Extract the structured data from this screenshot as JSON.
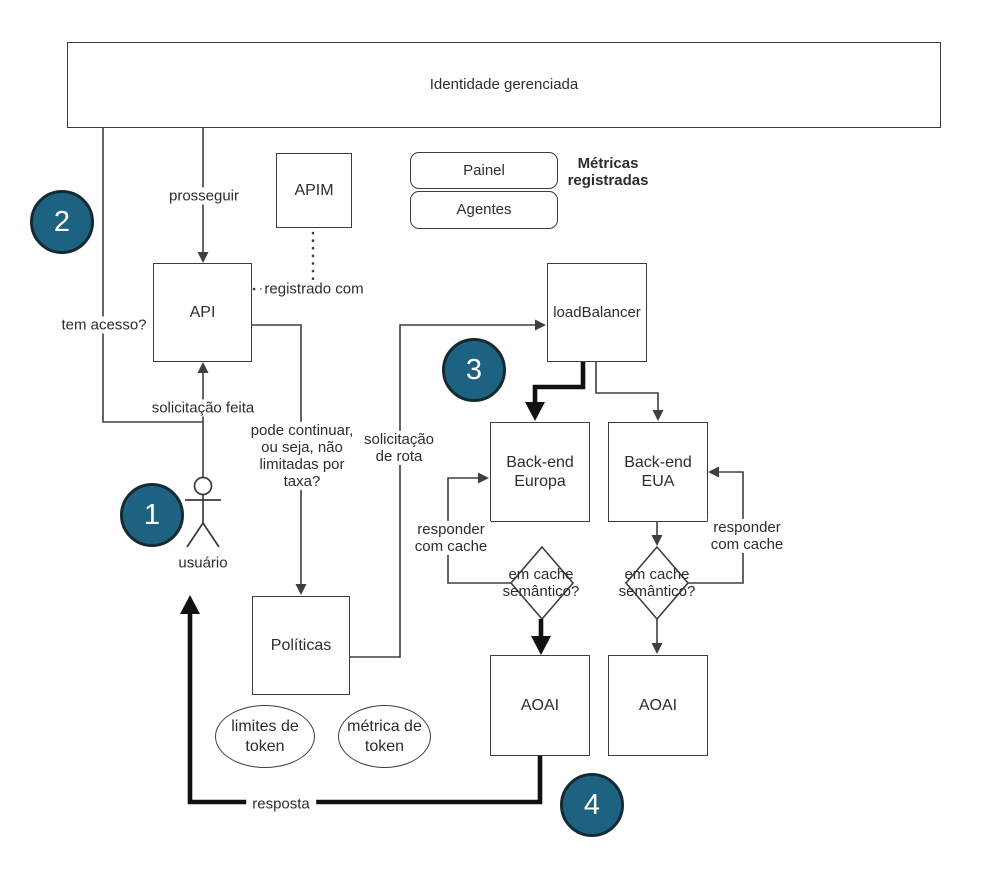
{
  "colors": {
    "step_fill": "#1e6282",
    "step_border": "#152a33",
    "line": "#3f3f3f",
    "thick_line": "#111111",
    "text": "#2d2d2d",
    "background": "#ffffff"
  },
  "nodes": {
    "banner": "Identidade gerenciada",
    "apim": "APIM",
    "painel": "Painel",
    "agentes": "Agentes",
    "api": "API",
    "load_balancer": "loadBalancer",
    "backend_europa": "Back-end\nEuropa",
    "backend_eua": "Back-end\nEUA",
    "politicas": "Políticas",
    "aoai_left": "AOAI",
    "aoai_right": "AOAI",
    "limites_token": "limites de\ntoken",
    "metrica_token": "métrica de\ntoken",
    "cache_left": "em cache\nsemântico?",
    "cache_right": "em cache\nsemântico?"
  },
  "labels": {
    "metricas_registradas": "Métricas\nregistradas",
    "prosseguir": "prosseguir",
    "tem_acesso": "tem acesso?",
    "solicitacao_feita": "solicitação feita",
    "pode_continuar": "pode continuar,\nou seja, não\nlimitadas por\ntaxa?",
    "solicitacao_rota": "solicitação\nde rota",
    "registrado_com": "registrado com",
    "responder_left": "responder\ncom cache",
    "responder_right": "responder\ncom cache",
    "resposta": "resposta",
    "usuario": "usuário"
  },
  "steps": {
    "one": "1",
    "two": "2",
    "three": "3",
    "four": "4"
  }
}
